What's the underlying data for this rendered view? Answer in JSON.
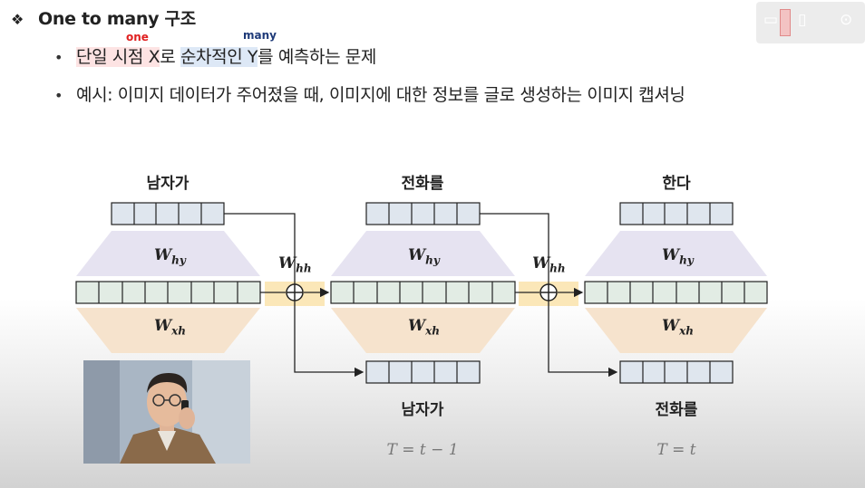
{
  "title": {
    "bullet_symbol": "❖",
    "text": "One to many 구조"
  },
  "bullets": [
    {
      "segments": {
        "s1": "단일 시점 X",
        "s2": "로 ",
        "s3": "순차적인 Y",
        "s4": "를 예측하는 문제"
      },
      "annotations": {
        "one": "one",
        "many": "many"
      }
    },
    {
      "text": "예시: 이미지 데이터가 주어졌을 때, 이미지에 대한 정보를 글로 생성하는 이미지 캡셔닝"
    }
  ],
  "diagram": {
    "top_words": [
      "남자가",
      "전화를",
      "한다"
    ],
    "bottom_words": [
      "남자가",
      "전화를"
    ],
    "time_labels": [
      "T = t − 1",
      "T = t"
    ],
    "w_hy": {
      "base": "W",
      "sub": "hy"
    },
    "w_xh": {
      "base": "W",
      "sub": "xh"
    },
    "w_hh": {
      "base": "W",
      "sub": "hh"
    },
    "colors": {
      "hy_trapezoid": "#e6e3f1",
      "xh_trapezoid": "#f6e3cd",
      "hidden_box": "#dfe6ee",
      "hh_highlight": "#fbe7b8"
    }
  },
  "overlay_icons": [
    "caption-icon",
    "screen-icon",
    "download-icon"
  ]
}
